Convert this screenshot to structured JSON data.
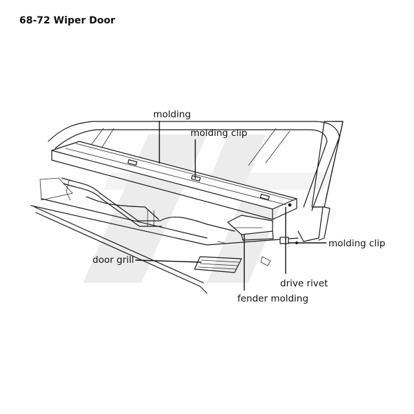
{
  "title": "68-72 Wiper Door",
  "labels": {
    "molding": "molding",
    "molding_clip_top": "molding clip",
    "molding_clip_right": "molding clip",
    "door_grill": "door grill",
    "drive_rivet": "drive rivet",
    "fender_molding": "fender molding"
  },
  "colors": {
    "line": "#1a1a1a",
    "watermark": "#e9e9e9",
    "background": "#ffffff"
  }
}
